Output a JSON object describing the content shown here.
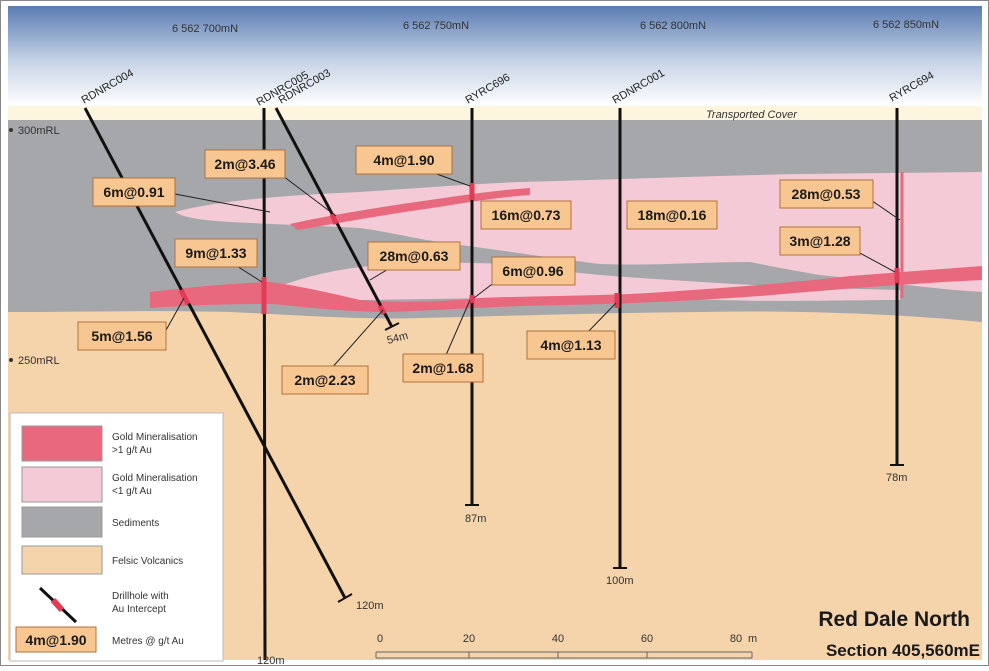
{
  "northings": [
    "6 562 700mN",
    "6 562 750mN",
    "6 562 800mN",
    "6 562 850mN"
  ],
  "elevations": [
    "300mRL",
    "250mRL"
  ],
  "cover_label": "Transported Cover",
  "holes": [
    {
      "id": "RDNRC004",
      "depth_label": "120m"
    },
    {
      "id": "RDNRC005",
      "depth_label": "120m"
    },
    {
      "id": "RDNRC003",
      "depth_label": "54m"
    },
    {
      "id": "RYRC696",
      "depth_label": "87m"
    },
    {
      "id": "RDNRC001",
      "depth_label": "100m"
    },
    {
      "id": "RYRC694",
      "depth_label": "78m"
    }
  ],
  "intercepts": [
    "6m@0.91",
    "2m@3.46",
    "4m@1.90",
    "16m@0.73",
    "18m@0.16",
    "28m@0.53",
    "9m@1.33",
    "28m@0.63",
    "6m@0.96",
    "3m@1.28",
    "5m@1.56",
    "2m@2.23",
    "2m@1.68",
    "4m@1.13"
  ],
  "legend": {
    "items": [
      {
        "label1": "Gold Mineralisation",
        "label2": ">1 g/t Au",
        "color": "#e8697d"
      },
      {
        "label1": "Gold Mineralisation",
        "label2": "<1 g/t Au",
        "color": "#f3cad6"
      },
      {
        "label1": "Sediments",
        "label2": "",
        "color": "#a6a7ab"
      },
      {
        "label1": "Felsic Volcanics",
        "label2": "",
        "color": "#f5d3ab"
      },
      {
        "label1": "Drillhole with",
        "label2": "Au Intercept",
        "color": "#e23b55"
      }
    ],
    "sample_label": "4m@1.90",
    "sample_desc": "Metres @ g/t Au"
  },
  "scale": {
    "ticks": [
      "0",
      "20",
      "40",
      "60",
      "80"
    ],
    "unit": "m"
  },
  "title": "Red Dale North",
  "subtitle": "Section 405,560mE",
  "colors": {
    "sky_top": "#5c7eb3",
    "sky_bottom": "#ffffff",
    "cover": "#fdf5dd",
    "sediment": "#a6a7ab",
    "volcanic": "#f5d3ab",
    "high_grade": "#e8697d",
    "low_grade": "#f3cad6",
    "label_box": "#f8c691",
    "label_border": "#b0723a"
  }
}
